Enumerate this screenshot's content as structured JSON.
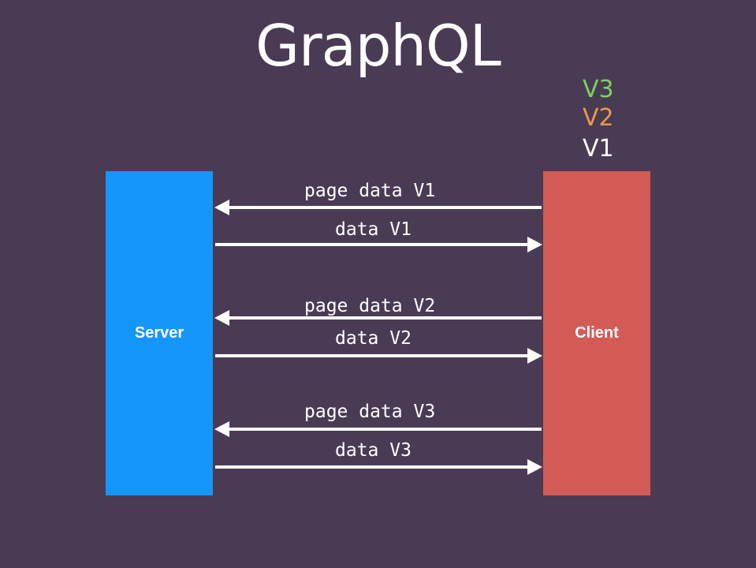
{
  "title": "GraphQL",
  "versions": {
    "v3": "V3",
    "v2": "V2",
    "v1": "V1"
  },
  "colors": {
    "background": "#4a3b55",
    "server": "#1596fb",
    "client": "#d35b55",
    "v3": "#7bd35a",
    "v2": "#e89a45",
    "v1": "#ffffff",
    "arrow": "#ffffff"
  },
  "server": {
    "label": "Server"
  },
  "client": {
    "label": "Client"
  },
  "messages": [
    {
      "label": "page data V1",
      "direction": "client-to-server"
    },
    {
      "label": "data V1",
      "direction": "server-to-client"
    },
    {
      "label": "page data V2",
      "direction": "client-to-server"
    },
    {
      "label": "data V2",
      "direction": "server-to-client"
    },
    {
      "label": "page data V3",
      "direction": "client-to-server"
    },
    {
      "label": "data V3",
      "direction": "server-to-client"
    }
  ]
}
